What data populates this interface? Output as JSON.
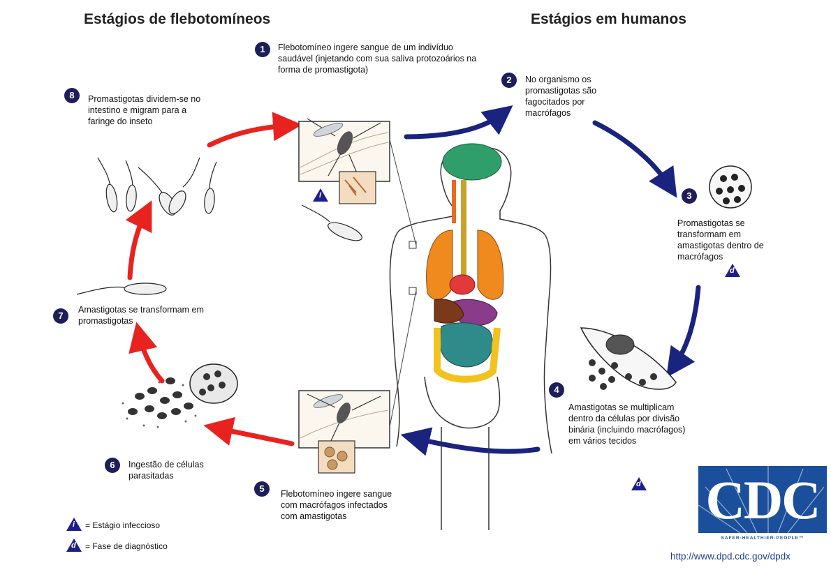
{
  "headings": {
    "sandfly": "Estágios de flebotomíneos",
    "human": "Estágios em humanos"
  },
  "steps": [
    {
      "number": "1",
      "text": "Flebotomíneo ingere sangue de um indivíduo saudável (injetando com sua saliva protozoários na forma de promastigota)"
    },
    {
      "number": "2",
      "text": "No organismo os promastigotas são fagocitados por macrófagos"
    },
    {
      "number": "3",
      "text": "Promastigotas se transformam em amastigotas dentro de macrófagos"
    },
    {
      "number": "4",
      "text": "Amastigotas se multiplicam dentro da células por divisão binária (incluindo macrófagos) em vários tecidos"
    },
    {
      "number": "5",
      "text": "Flebotomíneo ingere sangue com macrófagos infectados com amastigotas"
    },
    {
      "number": "6",
      "text": "Ingestão de células parasitadas"
    },
    {
      "number": "7",
      "text": "Amastigotas se transformam em promastigotas"
    },
    {
      "number": "8",
      "text": "Promastigotas dividem-se no intestino e migram para a faringe do inseto"
    }
  ],
  "markers": {
    "infective": "i",
    "diagnostic": "d"
  },
  "legend": {
    "infective": "= Estágio infeccioso",
    "diagnostic": "= Fase de diagnóstico"
  },
  "logo": {
    "letters": "CDC",
    "tagline": "SAFER·HEALTHIER·PEOPLE™",
    "url": "http://www.dpd.cdc.gov/dpdx"
  },
  "colors": {
    "sandfly_arrows": "#e8231f",
    "human_arrows": "#1a237e",
    "badge": "#1e1e5a",
    "cdc_blue": "#1b4f9c"
  }
}
